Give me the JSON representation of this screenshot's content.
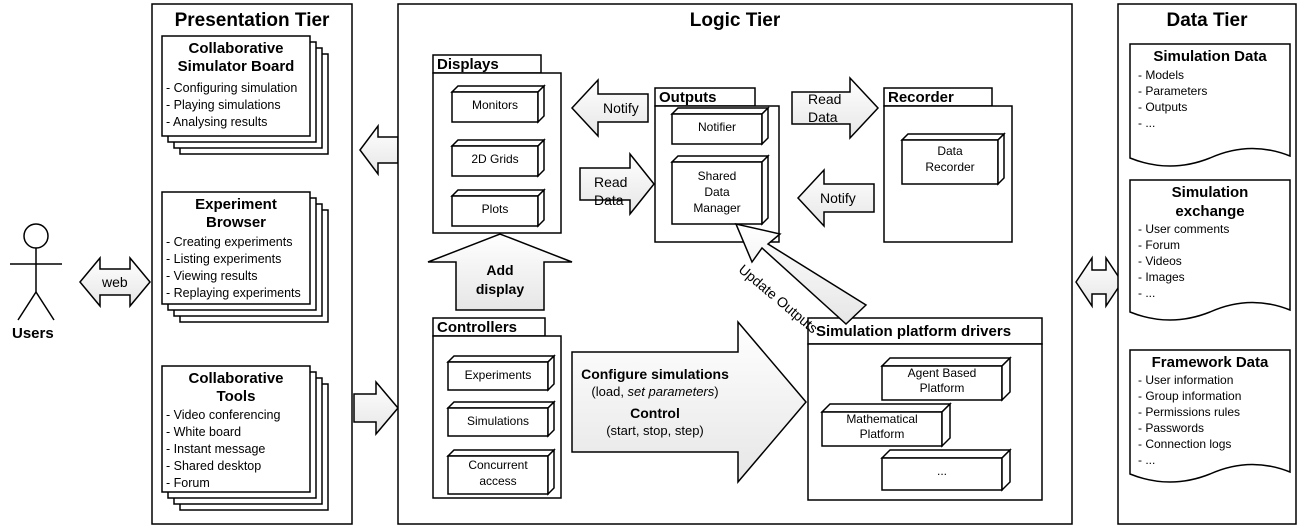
{
  "users": {
    "label": "Users"
  },
  "web_arrow": {
    "label": "web"
  },
  "presentation": {
    "title": "Presentation Tier",
    "boards": [
      {
        "title_lines": [
          "Collaborative",
          "Simulator Board"
        ],
        "items": [
          "- Configuring simulation",
          "- Playing simulations",
          "- Analysing results"
        ]
      },
      {
        "title_lines": [
          "Experiment",
          "Browser"
        ],
        "items": [
          "- Creating experiments",
          "- Listing experiments",
          "- Viewing results",
          "- Replaying experiments"
        ]
      },
      {
        "title_lines": [
          "Collaborative",
          "Tools"
        ],
        "items": [
          "- Video conferencing",
          "- White board",
          "- Instant message",
          "- Shared desktop",
          "- Forum"
        ]
      }
    ]
  },
  "logic": {
    "title": "Logic Tier",
    "displays": {
      "title": "Displays",
      "modules": [
        "Monitors",
        "2D Grids",
        "Plots"
      ]
    },
    "outputs": {
      "title": "Outputs",
      "modules": [
        "Notifier",
        "Shared",
        "Data",
        "Manager"
      ]
    },
    "recorder": {
      "title": "Recorder",
      "module_lines": [
        "Data",
        "Recorder"
      ]
    },
    "controllers": {
      "title": "Controllers",
      "modules": [
        "Experiments",
        "Simulations",
        "Concurrent",
        "access"
      ]
    },
    "drivers": {
      "title": "Simulation platform drivers",
      "modules": [
        "Agent Based",
        "Platform",
        "Mathematical",
        "Platform",
        "..."
      ]
    },
    "arrows": {
      "notify_left": "Notify",
      "read_data_in": [
        "Read",
        "Data"
      ],
      "read_data_out": [
        "Read",
        "Data"
      ],
      "notify_right": "Notify",
      "update_outputs": "Update Outputs",
      "add_display": [
        "Add",
        "display"
      ],
      "configure": [
        "Configure simulations",
        "(load, ",
        "set parameters",
        ")",
        "Control",
        "(start, stop, step)"
      ]
    }
  },
  "data": {
    "title": "Data Tier",
    "docs": [
      {
        "title_lines": [
          "Simulation Data"
        ],
        "items": [
          "- Models",
          "- Parameters",
          "- Outputs",
          "- ..."
        ]
      },
      {
        "title_lines": [
          "Simulation",
          "exchange"
        ],
        "items": [
          "- User comments",
          "- Forum",
          "- Videos",
          "- Images",
          "- ..."
        ]
      },
      {
        "title_lines": [
          "Framework Data"
        ],
        "items": [
          "- User information",
          "- Group information",
          "- Permissions rules",
          "- Passwords",
          "- Connection logs",
          "- ..."
        ]
      }
    ]
  }
}
